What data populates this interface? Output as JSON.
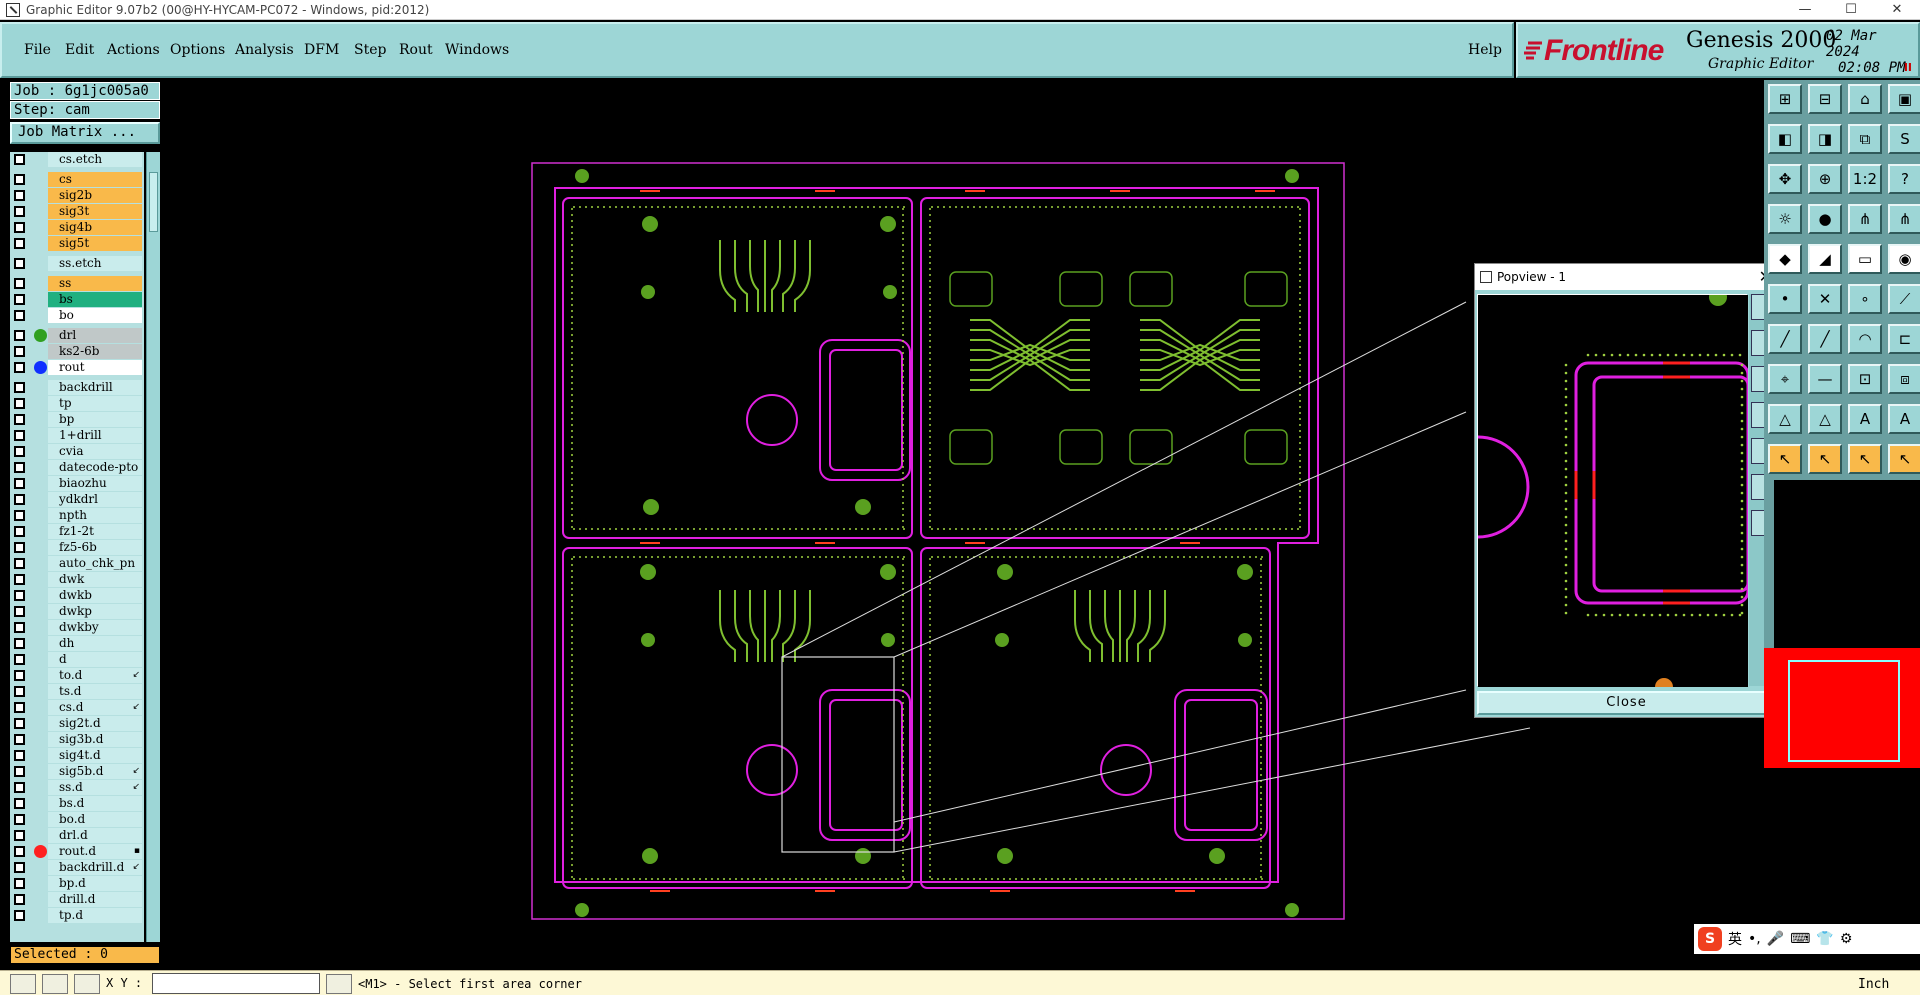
{
  "window": {
    "title": "Graphic Editor 9.07b2 (00@HY-HYCAM-PC072 - Windows, pid:2012)",
    "controls": [
      "—",
      "☐",
      "✕"
    ]
  },
  "menu": {
    "items": [
      "File",
      "Edit",
      "Actions",
      "Options",
      "Analysis",
      "DFM",
      "Step",
      "Rout",
      "Windows"
    ],
    "help": "Help"
  },
  "brand": {
    "logo": "Frontline",
    "product": "Genesis 2000",
    "subtitle": "Graphic Editor",
    "date": "02 Mar 2024",
    "time": "02:08 PM",
    "pause": "II"
  },
  "job": {
    "job": "Job : 6g1jc005a0",
    "step": "Step: cam",
    "matrix_button": "Job Matrix ..."
  },
  "layers": [
    {
      "name": "cs.etch",
      "style": "plain"
    },
    {
      "name": "cs",
      "style": "sel"
    },
    {
      "name": "sig2b",
      "style": "sel"
    },
    {
      "name": "sig3t",
      "style": "sel"
    },
    {
      "name": "sig4b",
      "style": "sel"
    },
    {
      "name": "sig5t",
      "style": "sel"
    },
    {
      "name": "ss.etch",
      "style": "plain"
    },
    {
      "name": "ss",
      "style": "sel"
    },
    {
      "name": "bs",
      "style": "grn"
    },
    {
      "name": "bo",
      "style": "wht"
    },
    {
      "name": "drl",
      "style": "gry",
      "dot": "#30a020"
    },
    {
      "name": "ks2-6b",
      "style": "gry"
    },
    {
      "name": "rout",
      "style": "wht",
      "dot": "#1030ff"
    },
    {
      "name": "backdrill",
      "style": "plain"
    },
    {
      "name": "tp",
      "style": "plain"
    },
    {
      "name": "bp",
      "style": "plain"
    },
    {
      "name": "1+drill",
      "style": "plain"
    },
    {
      "name": "cvia",
      "style": "plain"
    },
    {
      "name": "datecode-pto",
      "style": "plain"
    },
    {
      "name": "biaozhu",
      "style": "plain"
    },
    {
      "name": "ydkdrl",
      "style": "plain"
    },
    {
      "name": "npth",
      "style": "plain"
    },
    {
      "name": "fz1-2t",
      "style": "plain"
    },
    {
      "name": "fz5-6b",
      "style": "plain"
    },
    {
      "name": "auto_chk_pn",
      "style": "plain"
    },
    {
      "name": "dwk",
      "style": "plain"
    },
    {
      "name": "dwkb",
      "style": "plain"
    },
    {
      "name": "dwkp",
      "style": "plain"
    },
    {
      "name": "dwkby",
      "style": "plain"
    },
    {
      "name": "dh",
      "style": "plain"
    },
    {
      "name": "d",
      "style": "plain"
    },
    {
      "name": "to.d",
      "style": "plain",
      "mark": "↙"
    },
    {
      "name": "ts.d",
      "style": "plain"
    },
    {
      "name": "cs.d",
      "style": "plain",
      "mark": "↙"
    },
    {
      "name": "sig2t.d",
      "style": "plain"
    },
    {
      "name": "sig3b.d",
      "style": "plain"
    },
    {
      "name": "sig4t.d",
      "style": "plain"
    },
    {
      "name": "sig5b.d",
      "style": "plain",
      "mark": "↙"
    },
    {
      "name": "ss.d",
      "style": "plain",
      "mark": "↙"
    },
    {
      "name": "bs.d",
      "style": "plain"
    },
    {
      "name": "bo.d",
      "style": "plain"
    },
    {
      "name": "drl.d",
      "style": "plain"
    },
    {
      "name": "rout.d",
      "style": "plain",
      "dot": "#ff2020",
      "mark": "▪"
    },
    {
      "name": "backdrill.d",
      "style": "plain",
      "mark": "↙"
    },
    {
      "name": "bp.d",
      "style": "plain"
    },
    {
      "name": "drill.d",
      "style": "plain"
    },
    {
      "name": "tp.d",
      "style": "plain"
    }
  ],
  "selected": "Selected : 0",
  "statusbar": {
    "xy_label": "X Y :",
    "xy_value": "",
    "message": "<M1> - Select first area corner",
    "units": "Inch"
  },
  "popview": {
    "title": "Popview - 1",
    "close": "Close"
  },
  "ime": {
    "lang": "英"
  },
  "colors": {
    "panel": "#9dd6d6",
    "selected_layer": "#f9b94a",
    "rout": "#e020e0",
    "copper": "#7fbf30",
    "pad": "#5aa020",
    "brand": "#c8102e"
  }
}
